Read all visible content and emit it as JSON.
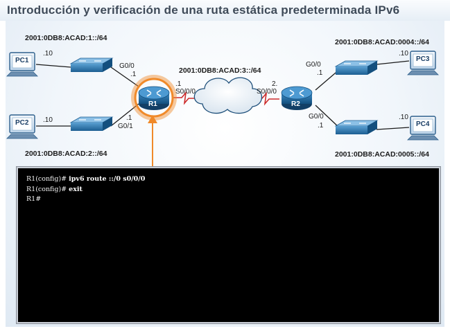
{
  "title": "Introducción y verificación de una ruta estática predeterminada IPv6",
  "networks": {
    "lan1": "2001:0DB8:ACAD:1::/64",
    "lan2": "2001:0DB8:ACAD:2::/64",
    "wan": "2001:0DB8:ACAD:3::/64",
    "lan4": "2001:0DB8:ACAD:0004::/64",
    "lan5": "2001:0DB8:ACAD:0005::/64"
  },
  "devices": {
    "pc1": "PC1",
    "pc2": "PC2",
    "pc3": "PC3",
    "pc4": "PC4",
    "r1": "R1",
    "r2": "R2"
  },
  "labels": {
    "pc1_addr": ".10",
    "pc2_addr": ".10",
    "pc3_addr": ".10",
    "pc4_addr": ".10",
    "r1_g00": "G0/0",
    "r1_g00_addr": ".1",
    "r1_g01": "G0/1",
    "r1_g01_addr": ".1",
    "r1_s000_addr": ".1",
    "r1_s000": "S0/0/0",
    "r2_s000_addr": "2.",
    "r2_s000": "S0/0/0",
    "r2_g00_top": "G0/0",
    "r2_g00_top_addr": ".1",
    "r2_g00_bottom": "G0/0",
    "r2_g00_bottom_addr": ".1"
  },
  "terminal": {
    "lines": [
      {
        "prompt": "R1(config)# ",
        "command": "ipv6 route ::/0 s0/0/0"
      },
      {
        "prompt": "R1(config)# ",
        "command": "exit"
      },
      {
        "prompt": "R1#",
        "command": ""
      }
    ]
  },
  "colors": {
    "highlight": "#f08a2a",
    "router_blue": "#1f6fa8",
    "serial_red": "#cc2a2a"
  }
}
